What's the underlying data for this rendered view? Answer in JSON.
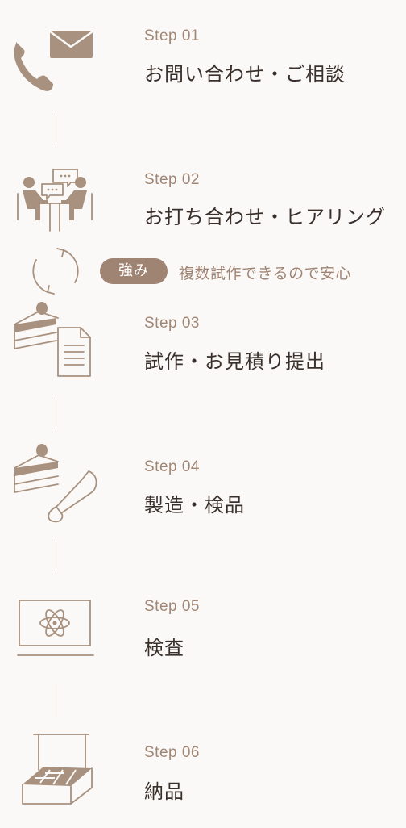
{
  "steps": [
    {
      "label": "Step 01",
      "title": "お問い合わせ・ご相談",
      "icon": "phone-mail-icon"
    },
    {
      "label": "Step 02",
      "title": "お打ち合わせ・ヒアリング",
      "icon": "meeting-icon"
    },
    {
      "label": "Step 03",
      "title": "試作・お見積り提出",
      "icon": "cake-document-icon"
    },
    {
      "label": "Step 04",
      "title": "製造・検品",
      "icon": "cake-piping-bag-icon"
    },
    {
      "label": "Step 05",
      "title": "検査",
      "icon": "laptop-atom-icon"
    },
    {
      "label": "Step 06",
      "title": "納品",
      "icon": "delivery-box-icon"
    }
  ],
  "strength": {
    "badge": "強み",
    "text": "複数試作できるので安心",
    "icon": "cycle-arrows-icon"
  },
  "colors": {
    "accent": "#a08473",
    "line": "#a8917f",
    "text": "#3a302b",
    "background": "#fbf9f7"
  }
}
